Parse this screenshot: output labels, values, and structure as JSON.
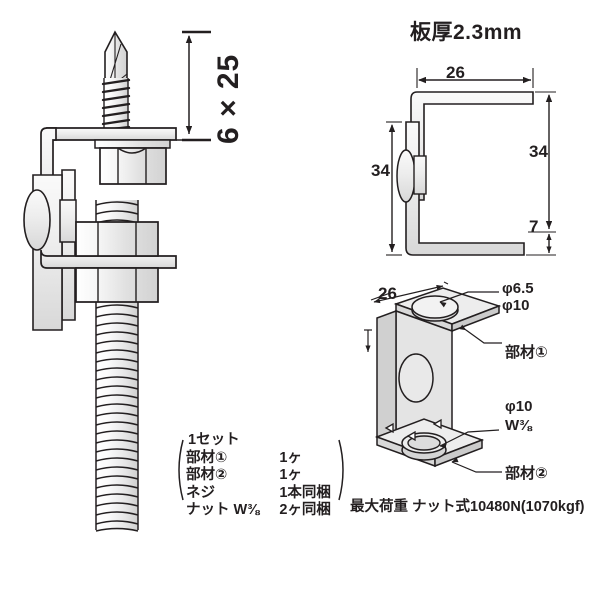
{
  "drawing": {
    "title_note": "板厚2.3mm",
    "screw_size": "6 × 25",
    "cross_section": {
      "width_26": "26",
      "height_left_34": "34",
      "height_right_34": "34",
      "lip_7": "7"
    },
    "iso_view": {
      "width_26": "26",
      "hole_top_phi_small": "φ6.5",
      "hole_top_phi_large": "φ10",
      "part_top_label": "部材①",
      "hole_bottom_phi": "φ10",
      "thread_spec": "W⅜",
      "part_bottom_label": "部材②"
    },
    "parts_list": {
      "heading": "1セット",
      "rows": [
        {
          "name": "部材①",
          "qty": "1ヶ"
        },
        {
          "name": "部材②",
          "qty": "1ヶ"
        },
        {
          "name": "ネジ",
          "qty": "1本同梱"
        },
        {
          "name": "ナット W⅜",
          "qty": "2ヶ同梱"
        }
      ]
    },
    "max_load": "最大荷重 ナット式10480N(1070kgf)",
    "colors": {
      "ink": "#231f20",
      "metal_light": "#f2f2f2",
      "metal_mid": "#e2e2e2",
      "metal_dark": "#cfcfcf",
      "background": "#ffffff"
    }
  }
}
